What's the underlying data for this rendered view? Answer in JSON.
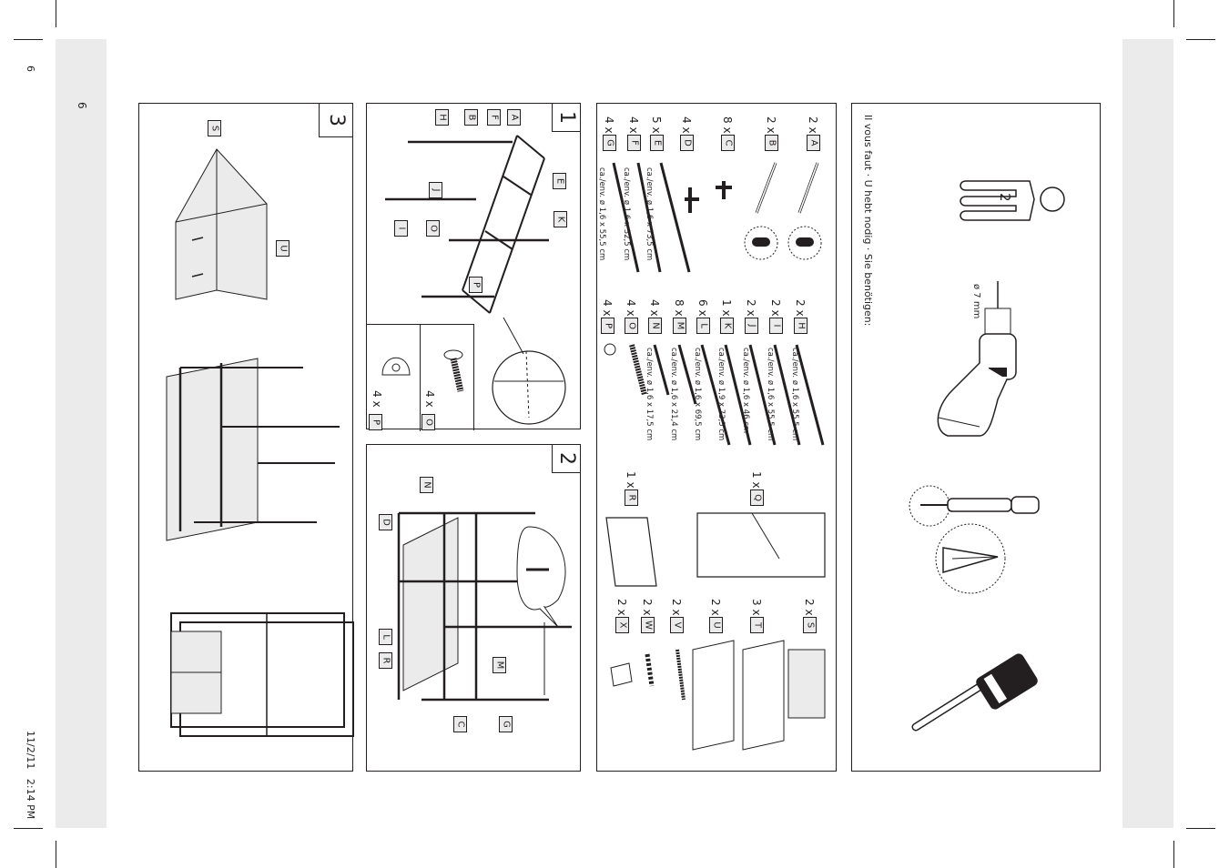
{
  "page": {
    "page_number": "6",
    "slug_number": "6",
    "slug_date": "11/2/11",
    "slug_time": "2:14 PM"
  },
  "tools": {
    "heading": "Il vous faut · U hebt nodig · Sie benötigen:",
    "persons": "2",
    "drill_size": "ø 7 mm"
  },
  "parts_left": [
    {
      "qty": "2 x",
      "label": "A",
      "dim": ""
    },
    {
      "qty": "2 x",
      "label": "B",
      "dim": ""
    },
    {
      "qty": "8 x",
      "label": "C",
      "dim": ""
    },
    {
      "qty": "4 x",
      "label": "D",
      "dim": ""
    },
    {
      "qty": "5 x",
      "label": "E",
      "dim": "ca./env. ø 1,6 x 73,5 cm"
    },
    {
      "qty": "4 x",
      "label": "F",
      "dim": "ca./env. ø 1,6 x 32,5 cm"
    },
    {
      "qty": "4 x",
      "label": "G",
      "dim": "ca./env. ø 1,6 x 55,5 cm"
    }
  ],
  "parts_mid": [
    {
      "qty": "2 x",
      "label": "H",
      "dim": "ca./env. ø 1,6 x 55,5 cm"
    },
    {
      "qty": "2 x",
      "label": "I",
      "dim": "ca./env. ø 1,6 x 55,5 cm"
    },
    {
      "qty": "2 x",
      "label": "J",
      "dim": "ca./env. ø 1,6 x 46 cm"
    },
    {
      "qty": "1 x",
      "label": "K",
      "dim": "ca./env. ø 1,9 x 73,5 cm"
    },
    {
      "qty": "6 x",
      "label": "L",
      "dim": "ca./env. ø 1,6 x 69,5 cm"
    },
    {
      "qty": "8 x",
      "label": "M",
      "dim": "ca./env. ø 1,6 x 21,4 cm"
    },
    {
      "qty": "4 x",
      "label": "N",
      "dim": "ca./env. ø 1,6 x 17,5 cm"
    },
    {
      "qty": "4 x",
      "label": "O",
      "dim": ""
    },
    {
      "qty": "4 x",
      "label": "P",
      "dim": ""
    }
  ],
  "parts_cover": [
    {
      "qty": "1 x",
      "label": "Q"
    },
    {
      "qty": "1 x",
      "label": "R"
    }
  ],
  "parts_right": [
    {
      "qty": "2 x",
      "label": "S"
    },
    {
      "qty": "3 x",
      "label": "T"
    },
    {
      "qty": "2 x",
      "label": "U"
    },
    {
      "qty": "2 x",
      "label": "V"
    },
    {
      "qty": "2 x",
      "label": "W"
    },
    {
      "qty": "2 x",
      "label": "X"
    }
  ],
  "step1": {
    "number": "1",
    "labels": [
      "A",
      "F",
      "B",
      "H",
      "E",
      "J",
      "I",
      "O",
      "K",
      "P"
    ],
    "inset_o_qty": "4 x",
    "inset_o_label": "O",
    "inset_p_qty": "4 x",
    "inset_p_label": "P"
  },
  "step2": {
    "number": "2",
    "labels": [
      "N",
      "D",
      "L",
      "R",
      "M",
      "C",
      "G"
    ]
  },
  "step3": {
    "number": "3",
    "labels": [
      "S",
      "U"
    ]
  }
}
